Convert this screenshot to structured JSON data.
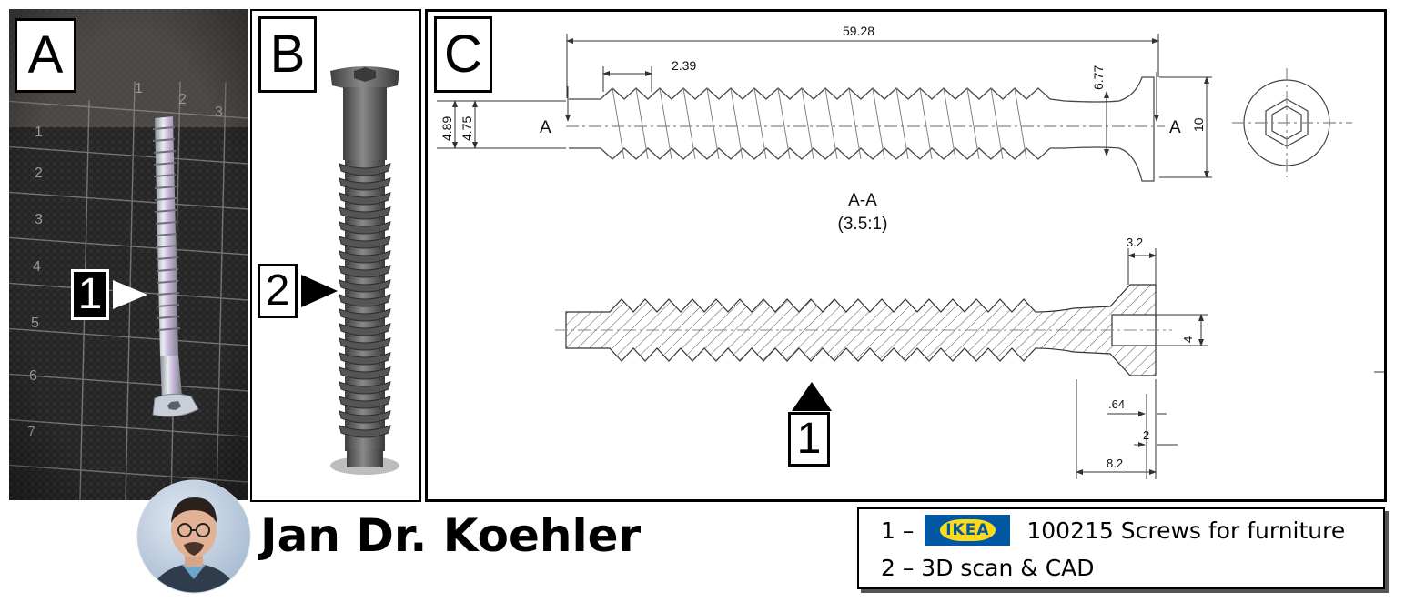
{
  "panels": {
    "a": {
      "label": "A",
      "callout": "1",
      "ruler_numbers": [
        "1",
        "2",
        "3",
        "1",
        "2",
        "3",
        "4",
        "5",
        "6",
        "7"
      ]
    },
    "b": {
      "label": "B",
      "callout": "2"
    },
    "c": {
      "label": "C",
      "callout": "1",
      "dimensions": {
        "overall_length": "59.28",
        "pitch": "2.39",
        "head_offset": "6.77",
        "major_diameter": "4.89",
        "minor_diameter": "4.75",
        "head_diameter": "10",
        "section_marker_left": "A",
        "section_marker_right": "A",
        "hex_socket_depth": "3.2",
        "socket_width": "4",
        "head_thickness": ".64",
        "head_step": "2",
        "head_length": "8.2"
      },
      "section_title": "A-A",
      "section_scale": "(3.5:1)"
    }
  },
  "author": {
    "name": "Jan Dr. Koehler"
  },
  "legend": {
    "row1_prefix": "1 –",
    "ikea_logo_text": "IKEA",
    "row1_text": "100215 Screws for furniture",
    "row2_text": "2 – 3D scan & CAD"
  },
  "colors": {
    "ikea_blue": "#0058a3",
    "ikea_yellow": "#ffda1a",
    "mat_dark": "#262626",
    "metal": "#c8ccd4",
    "scan_gray": "#6f6f6f"
  }
}
